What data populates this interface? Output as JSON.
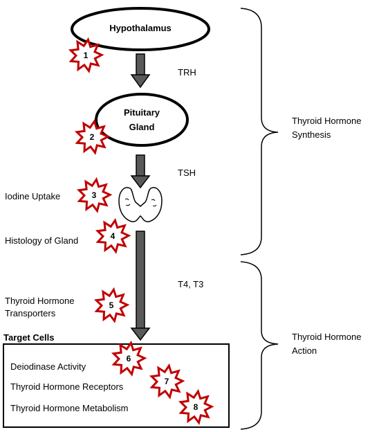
{
  "nodes": {
    "hypothalamus": "Hypothalamus",
    "pituitary_line1": "Pituitary",
    "pituitary_line2": "Gland",
    "target_cells": "Target Cells"
  },
  "hormones": {
    "trh": "TRH",
    "tsh": "TSH",
    "t4_t3": "T4, T3"
  },
  "left_labels": {
    "iodine": "Iodine Uptake",
    "histology": "Histology of Gland",
    "transporters_line1": "Thyroid Hormone",
    "transporters_line2": "Transporters"
  },
  "target_items": {
    "deiodinase": "Deiodinase Activity",
    "receptors": "Thyroid Hormone Receptors",
    "metabolism": "Thyroid Hormone Metabolism"
  },
  "brackets": {
    "synthesis_line1": "Thyroid Hormone",
    "synthesis_line2": "Synthesis",
    "action_line1": "Thyroid Hormone",
    "action_line2": "Action"
  },
  "stars": [
    "1",
    "2",
    "3",
    "4",
    "5",
    "6",
    "7",
    "8"
  ],
  "colors": {
    "star_outline": "#c00000",
    "arrow_fill": "#595959",
    "line": "#000000"
  }
}
